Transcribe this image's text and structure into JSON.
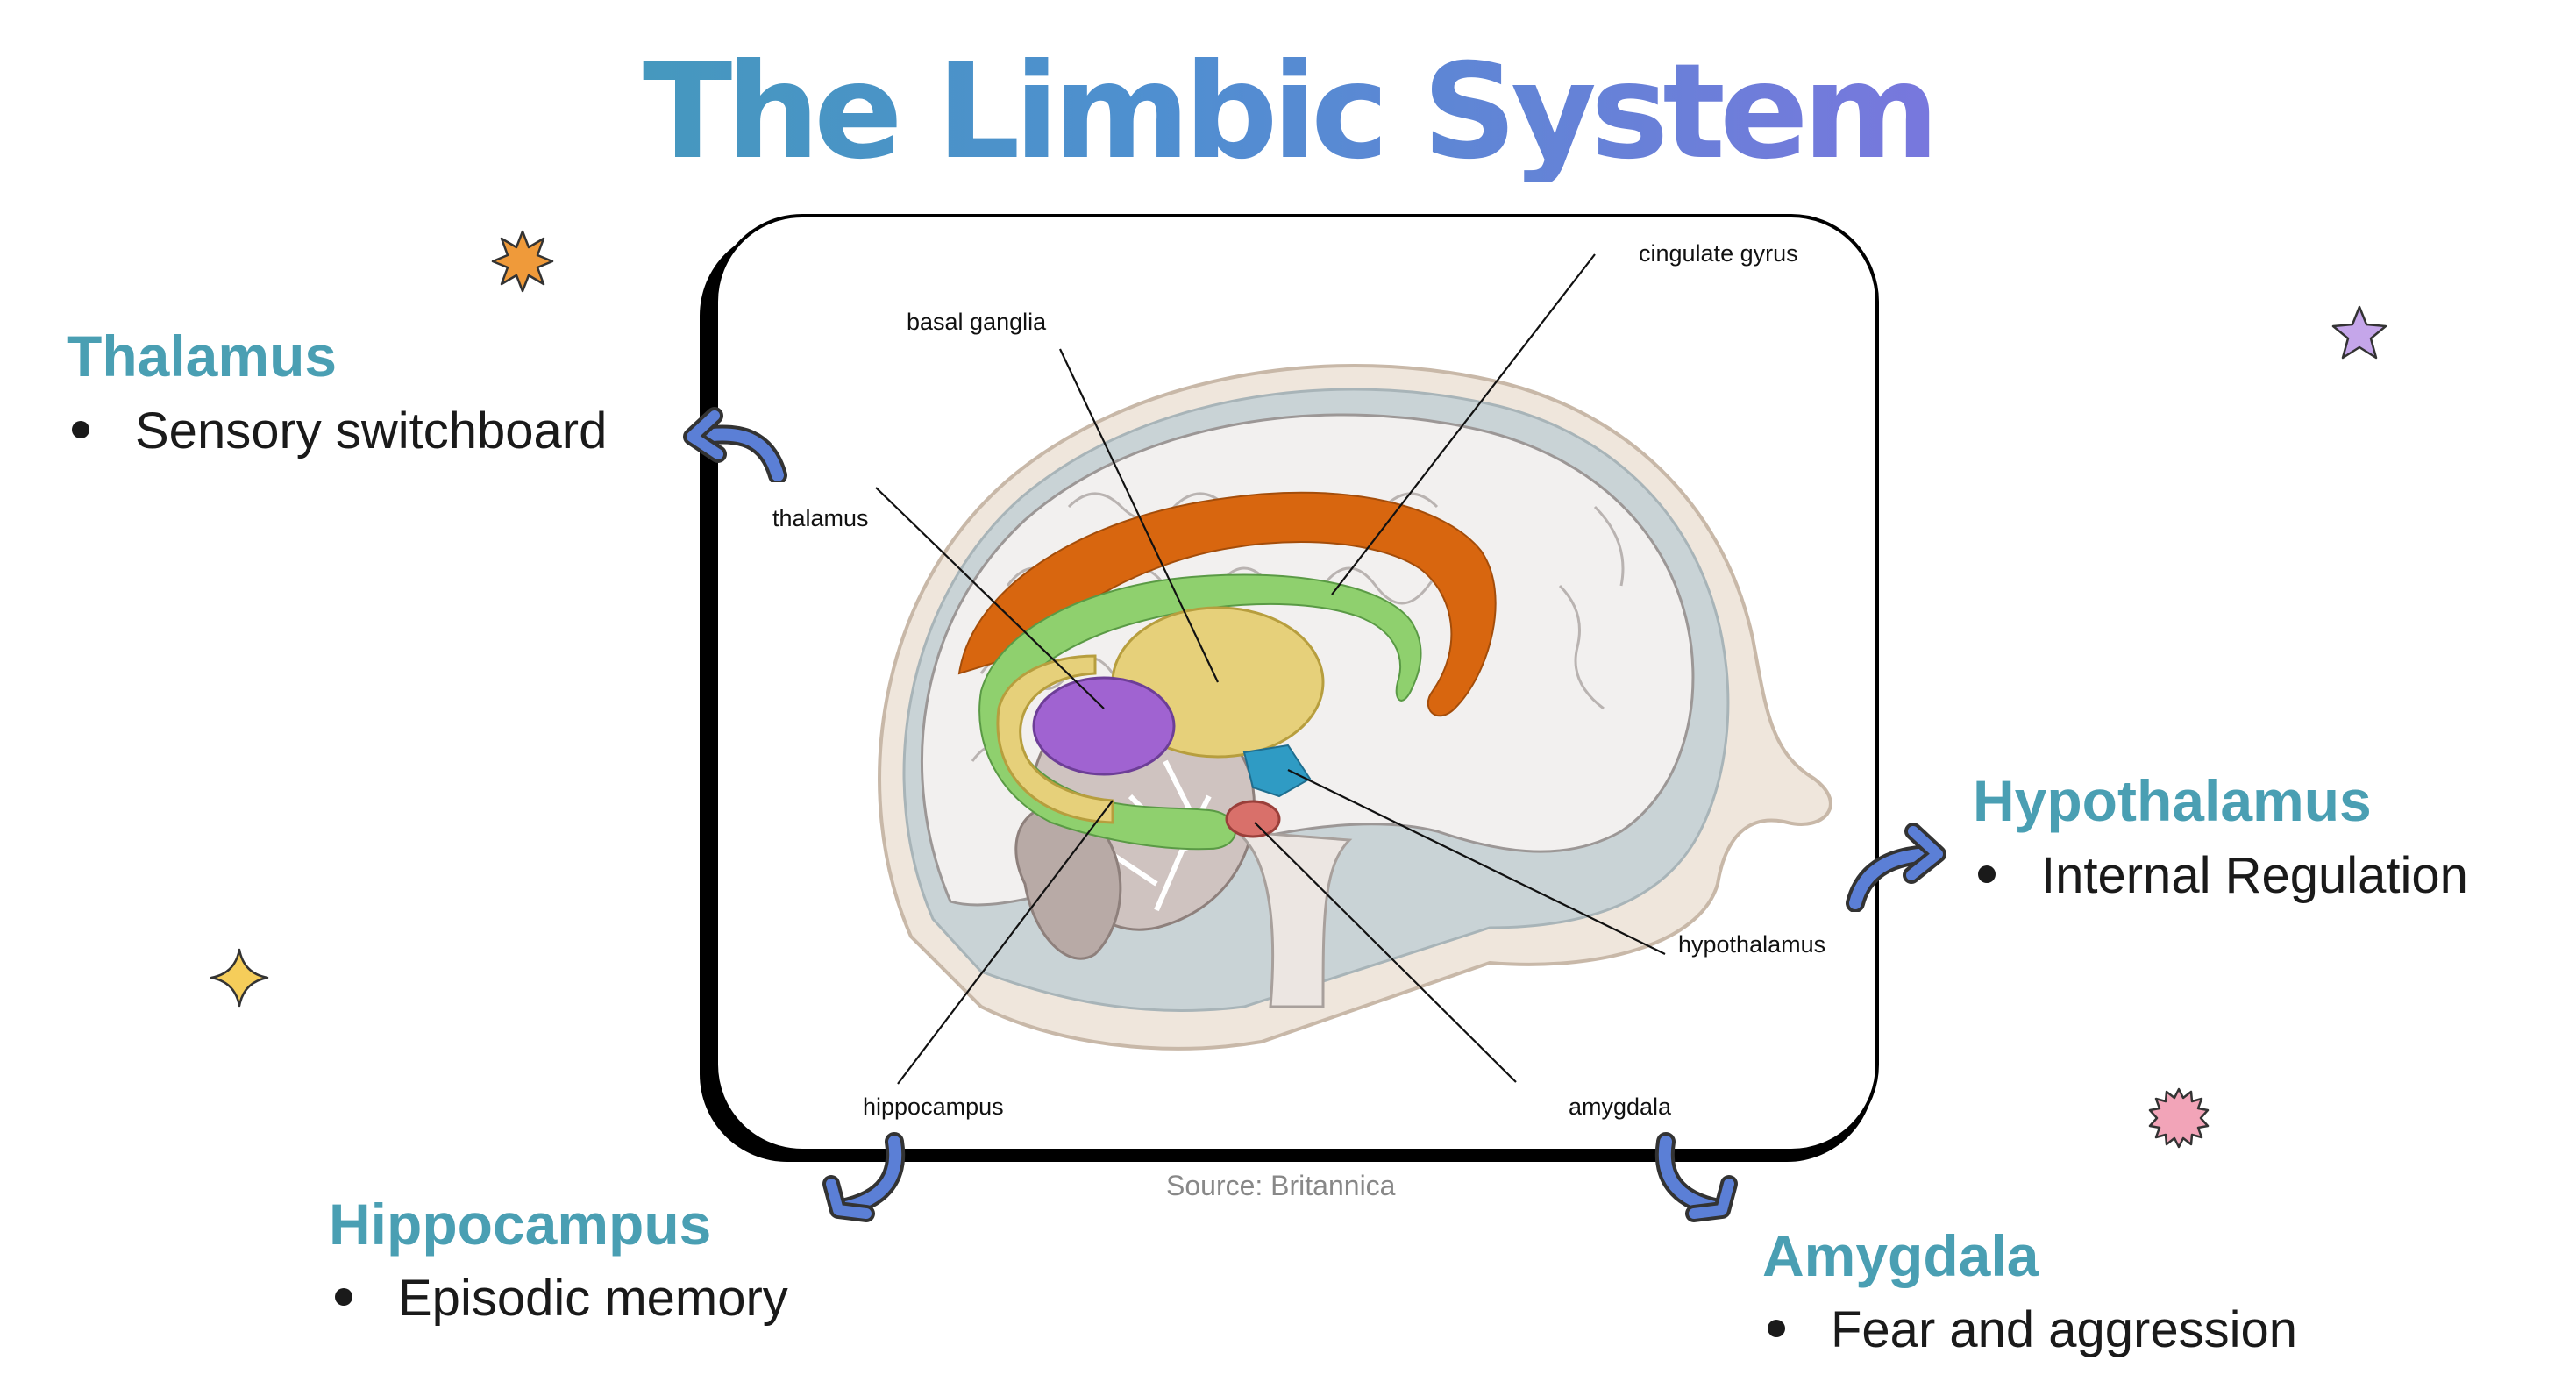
{
  "title": "The Limbic System",
  "source": "Source: Britannica",
  "sections": {
    "thalamus": {
      "heading": "Thalamus",
      "bullet": "Sensory switchboard"
    },
    "hypothalamus": {
      "heading": "Hypothalamus",
      "bullet": "Internal Regulation"
    },
    "hippocampus": {
      "heading": "Hippocampus",
      "bullet": "Episodic memory"
    },
    "amygdala": {
      "heading": "Amygdala",
      "bullet": "Fear and aggression"
    }
  },
  "diagram_labels": {
    "cingulate_gyrus": "cingulate gyrus",
    "basal_ganglia": "basal ganglia",
    "thalamus": "thalamus",
    "hypothalamus": "hypothalamus",
    "hippocampus": "hippocampus",
    "amygdala": "amygdala"
  },
  "colors": {
    "heading": "#4a9fb3",
    "arrow": "#5b7fd6",
    "cingulate": "#d8660f",
    "basal_ganglia": "#e6d07a",
    "thalamus": "#a063d1",
    "hippocampus": "#8fd06e",
    "amygdala": "#d9706a",
    "hypothalamus": "#2f9bc4"
  },
  "icons": [
    "sun-star-icon",
    "four-point-star-icon",
    "star-icon",
    "flower-icon",
    "curved-arrow-icon"
  ]
}
